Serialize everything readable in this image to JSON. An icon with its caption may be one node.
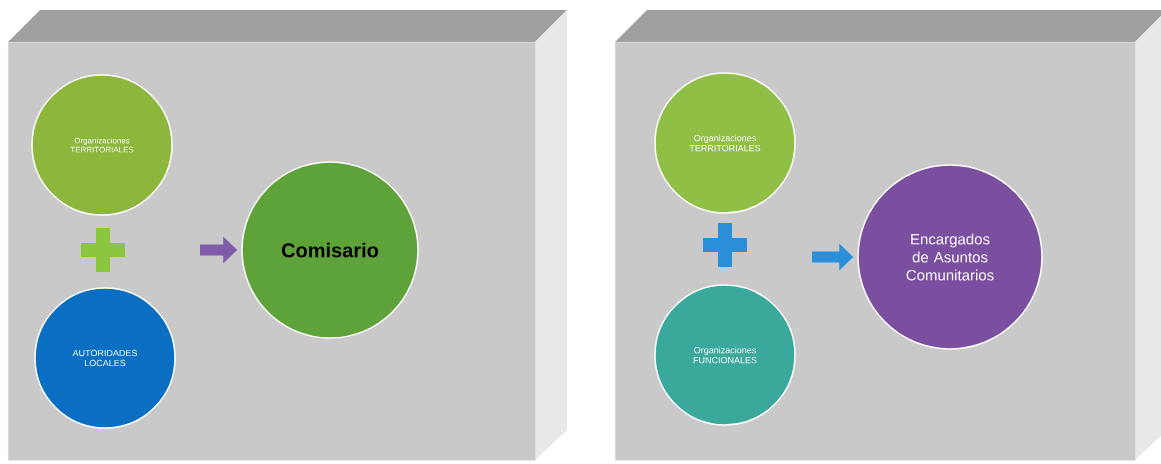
{
  "diagram": {
    "nodes": [
      {
        "text": [],
        "shape": "box"
      },
      {
        "text": [
          "Organizaciones TERRITORIALES"
        ],
        "in": 0
      },
      {
        "text": [
          "AUTORIDADES LOCALES"
        ],
        "in": 0
      },
      {
        "text": [
          "Comisario"
        ],
        "in": 0
      },
      {
        "text": [],
        "shape": "box"
      },
      {
        "text": [
          "Organizaciones TERRITORIALES"
        ],
        "in": 4
      },
      {
        "text": [
          "Organizaciones FUNCIONALES"
        ],
        "in": 4
      },
      {
        "text": [
          "Encargados de Asuntos Comunitarios"
        ],
        "in": 4
      }
    ],
    "edges": [
      {
        "from": null,
        "to": 3,
        "arrow": "to",
        "color": "#7e5ca8"
      },
      {
        "from": null,
        "to": 7,
        "arrow": "to",
        "color": "#2a8fd8"
      }
    ]
  }
}
